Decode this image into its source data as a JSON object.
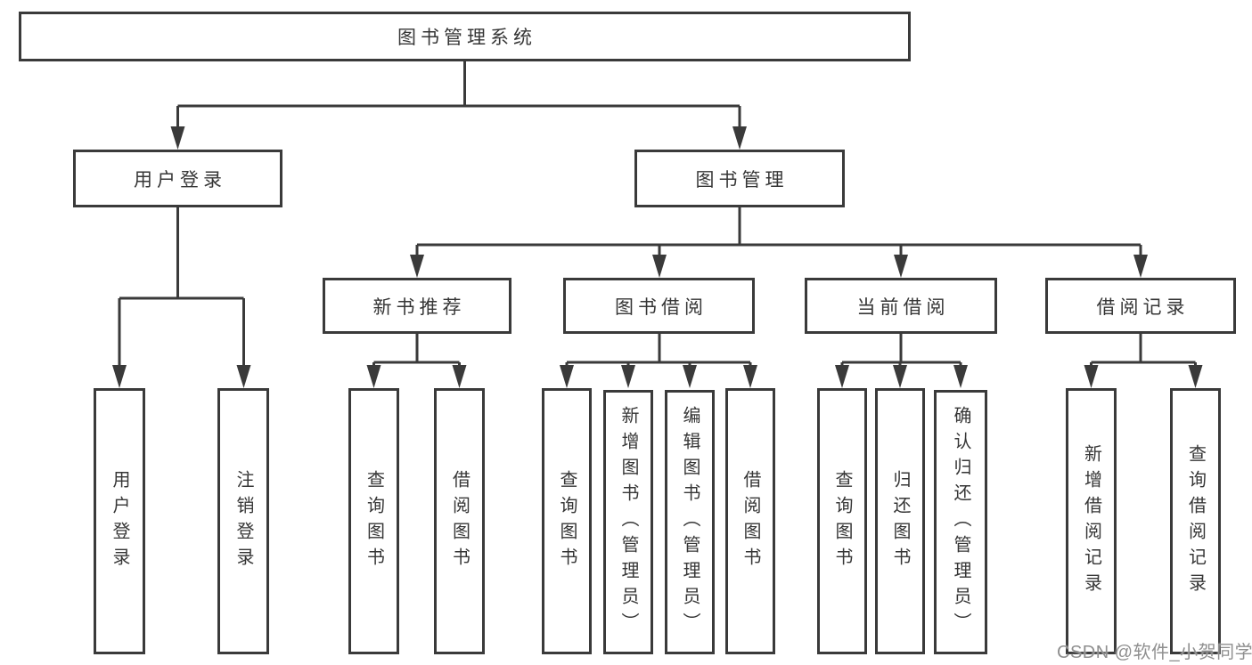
{
  "diagram": {
    "root": {
      "label": "图书管理系统"
    },
    "level2": [
      {
        "label": "用户登录",
        "children": [
          {
            "label": "用户登录"
          },
          {
            "label": "注销登录"
          }
        ]
      },
      {
        "label": "图书管理"
      }
    ],
    "level3": [
      {
        "label": "新书推荐",
        "children": [
          {
            "label": "查询图书"
          },
          {
            "label": "借阅图书"
          }
        ]
      },
      {
        "label": "图书借阅",
        "children": [
          {
            "label": "查询图书"
          },
          {
            "label": "新增图书（管理员）"
          },
          {
            "label": "编辑图书（管理员）"
          },
          {
            "label": "借阅图书"
          }
        ]
      },
      {
        "label": "当前借阅",
        "children": [
          {
            "label": "查询图书"
          },
          {
            "label": "归还图书"
          },
          {
            "label": "确认归还（管理员）"
          }
        ]
      },
      {
        "label": "借阅记录",
        "children": [
          {
            "label": "新增借阅记录"
          },
          {
            "label": "查询借阅记录"
          }
        ]
      }
    ]
  },
  "watermark": {
    "text": "CSDN @软件_小贺同学"
  },
  "colors": {
    "line": "#3a3a3a",
    "text": "#363636",
    "watermark": "#8f8f8f",
    "background": "#ffffff"
  }
}
